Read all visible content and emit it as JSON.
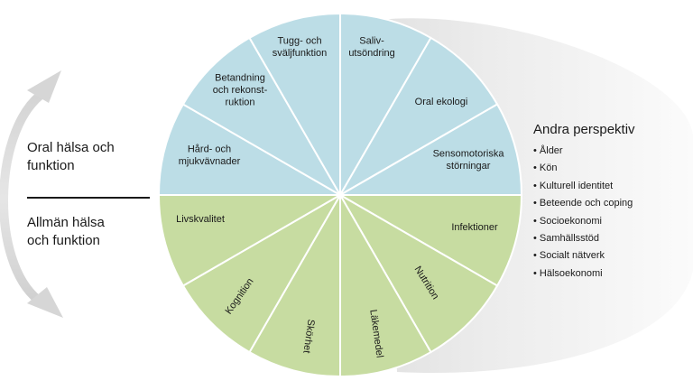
{
  "left_labels": {
    "oral": "Oral hälsa och\nfunktion",
    "general": "Allmän hälsa\noch funktion"
  },
  "perspectives": {
    "title": "Andra perspektiv",
    "items": [
      "• Ålder",
      "• Kön",
      "• Kulturell identitet",
      "• Beteende och coping",
      "• Socioekonomi",
      "• Samhällsstöd",
      "• Socialt nätverk",
      "• Hälsoekonomi"
    ]
  },
  "wheel": {
    "colors": {
      "top": "#bcdde6",
      "bottom": "#c7dca1",
      "lines": "#ffffff",
      "text": "#1a1a1a"
    },
    "top_segments": [
      {
        "name": "hard-och-mjukvavnader",
        "lines": [
          "Hård- och",
          "mjukvävnader"
        ]
      },
      {
        "name": "betandning",
        "lines": [
          "Betandning",
          "och rekonst-",
          "ruktion"
        ]
      },
      {
        "name": "tugg-och-svaljfunktion",
        "lines": [
          "Tugg- och",
          "sväljfunktion"
        ]
      },
      {
        "name": "salivutsondring",
        "lines": [
          "Saliv-",
          "utsöndring"
        ]
      },
      {
        "name": "oral-ekologi",
        "lines": [
          "Oral ekologi"
        ]
      },
      {
        "name": "sensomotoriska-storningar",
        "lines": [
          "Sensomotoriska",
          "störningar"
        ]
      }
    ],
    "bottom_segments": [
      {
        "name": "infektioner",
        "lines": [
          "Infektioner"
        ]
      },
      {
        "name": "nutrition",
        "lines": [
          "Nutrition"
        ]
      },
      {
        "name": "lakemedel",
        "lines": [
          "Läkemedel"
        ]
      },
      {
        "name": "skorhet",
        "lines": [
          "Skörhet"
        ]
      },
      {
        "name": "kognition",
        "lines": [
          "Kognition"
        ]
      },
      {
        "name": "livskvalitet",
        "lines": [
          "Livskvalitet"
        ]
      }
    ]
  }
}
